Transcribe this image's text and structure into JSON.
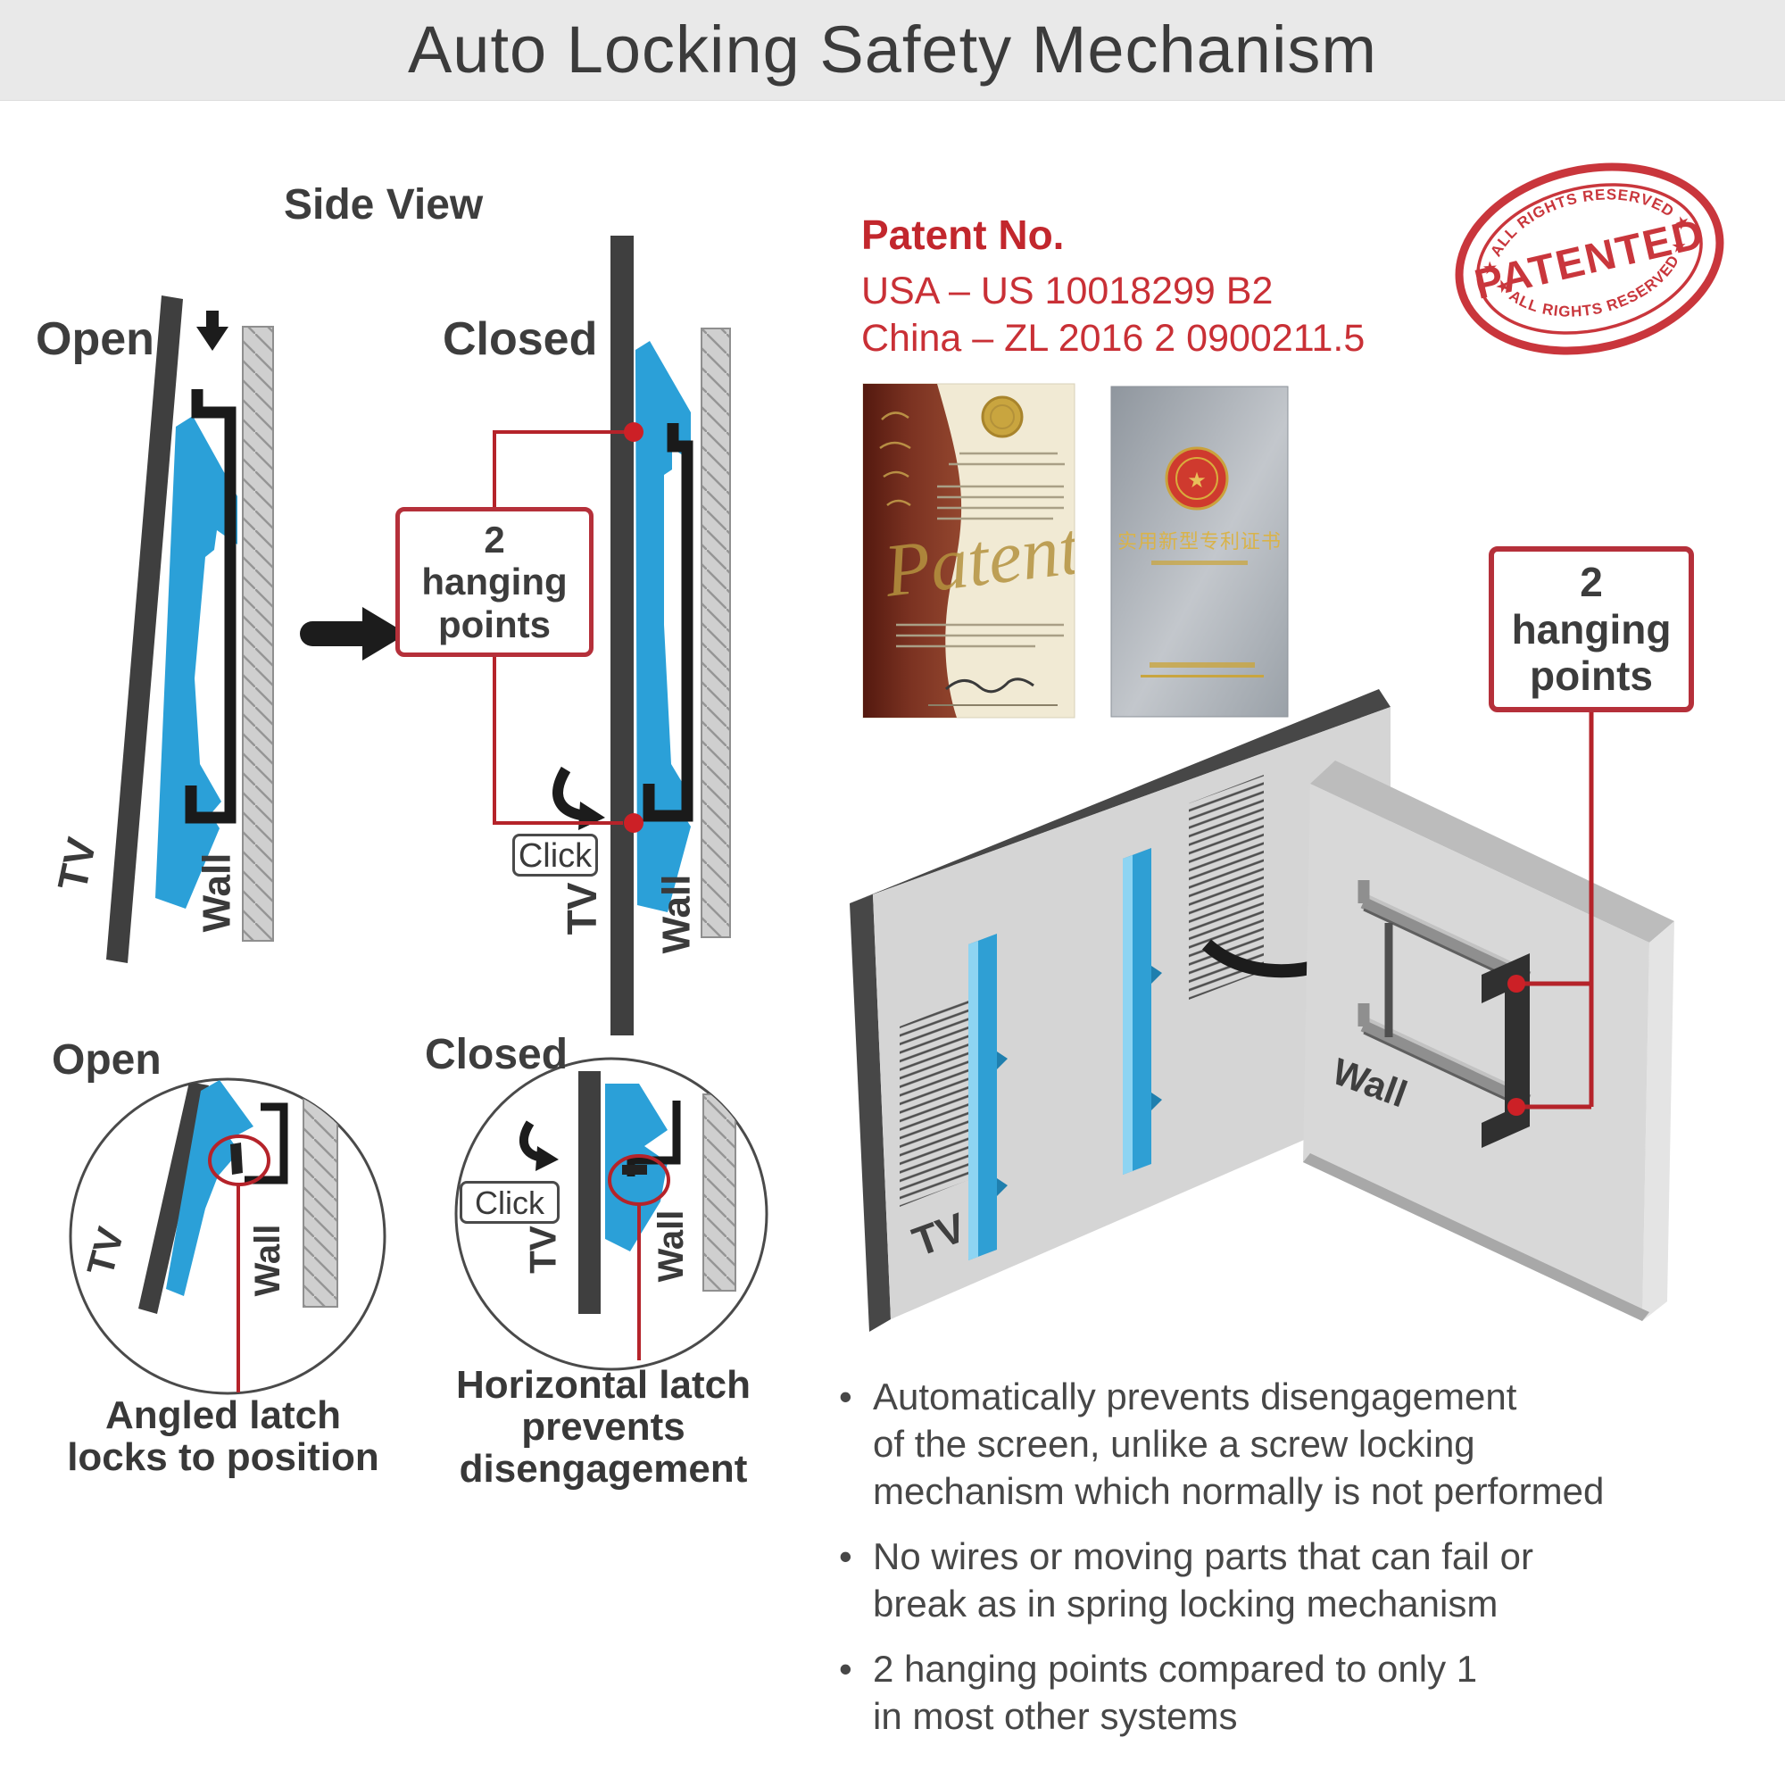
{
  "title": "Auto Locking Safety Mechanism",
  "labels": {
    "side_view": "Side View",
    "open": "Open",
    "closed": "Closed",
    "tv": "TV",
    "wall": "Wall",
    "click": "Click",
    "bullet_glyph": "•"
  },
  "hanging_points": [
    "2",
    "hanging",
    "points"
  ],
  "patent": {
    "heading": "Patent No.",
    "usa_line": "USA – US 10018299 B2",
    "china_line": "China – ZL 2016 2 0900211.5"
  },
  "stamp": {
    "center": "PATENTED",
    "arc_top": "★ ALL RIGHTS RESERVED ★",
    "arc_bottom": "★ ALL RIGHTS RESERVED ★"
  },
  "certificates": {
    "us_script": "Patent",
    "cn_title": "实用新型专利证书"
  },
  "details": {
    "open_caption": [
      "Angled latch",
      "locks to position"
    ],
    "closed_caption": [
      "Horizontal latch",
      "prevents",
      "disengagement"
    ]
  },
  "bullets": [
    [
      "Automatically prevents disengagement",
      "of the screen, unlike a screw locking",
      "mechanism which normally is not performed"
    ],
    [
      "No wires or moving parts that can fail or",
      "break as in spring locking mechanism"
    ],
    [
      "2 hanging points compared to only 1",
      "in most other systems"
    ]
  ],
  "colors": {
    "accent_red": "#b5232a",
    "bracket_blue": "#2ba0d8",
    "dark_gray": "#3f3f3f",
    "banner_bg": "#e9e9e9"
  }
}
